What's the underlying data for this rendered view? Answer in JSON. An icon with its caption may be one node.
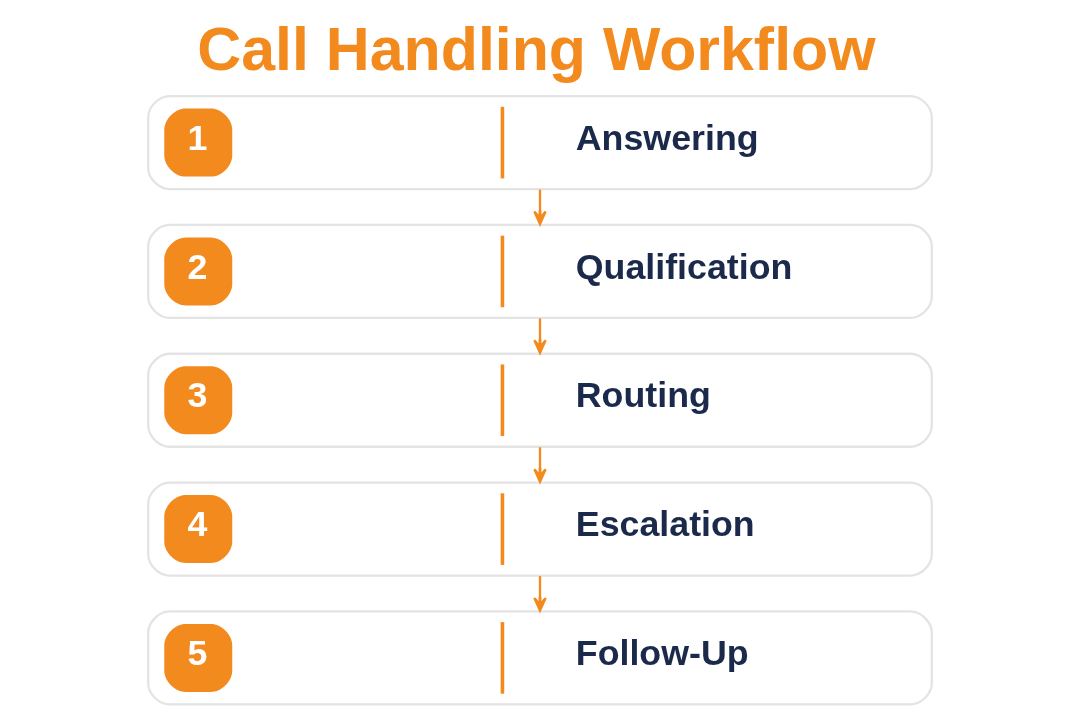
{
  "diagram": {
    "title": "Call Handling Workflow",
    "nodes": [
      {
        "text": [
          "1",
          "Answering"
        ]
      },
      {
        "text": [
          "2",
          "Qualification"
        ]
      },
      {
        "text": [
          "3",
          "Routing"
        ]
      },
      {
        "text": [
          "4",
          "Escalation"
        ]
      },
      {
        "text": [
          "5",
          "Follow-Up"
        ]
      }
    ],
    "edges": [
      {
        "from": 0,
        "to": 1,
        "arrow": "to"
      },
      {
        "from": 1,
        "to": 2,
        "arrow": "to"
      },
      {
        "from": 2,
        "to": 3,
        "arrow": "to"
      },
      {
        "from": 3,
        "to": 4,
        "arrow": "to"
      }
    ]
  }
}
